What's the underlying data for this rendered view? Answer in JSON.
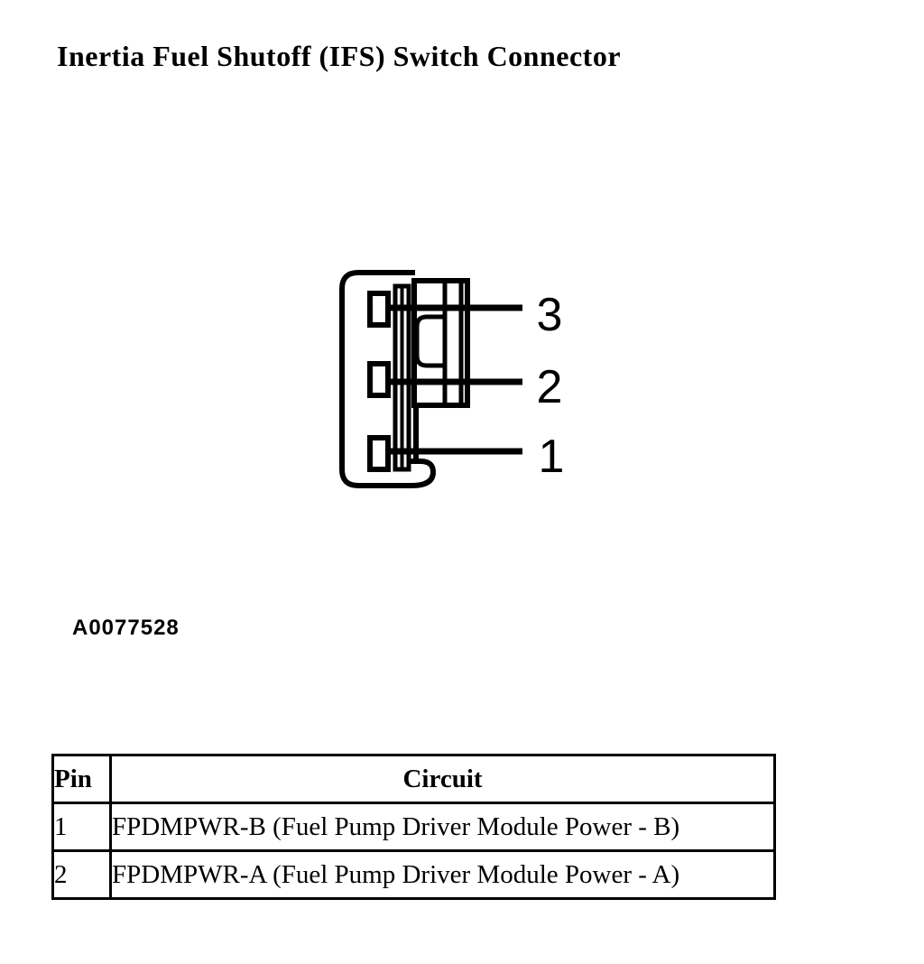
{
  "page": {
    "background_color": "#ffffff",
    "ink_color": "#000000"
  },
  "title": "Inertia Fuel Shutoff (IFS) Switch Connector",
  "figure": {
    "caption": "A0077528",
    "type": "connector-pinout-drawing",
    "pin_labels": [
      "3",
      "2",
      "1"
    ]
  },
  "table": {
    "headers": {
      "pin": "Pin",
      "circuit": "Circuit"
    },
    "rows": [
      {
        "pin": "1",
        "circuit": "FPDMPWR-B (Fuel Pump Driver Module Power - B)"
      },
      {
        "pin": "2",
        "circuit": "FPDMPWR-A (Fuel Pump Driver Module Power - A)"
      }
    ]
  }
}
